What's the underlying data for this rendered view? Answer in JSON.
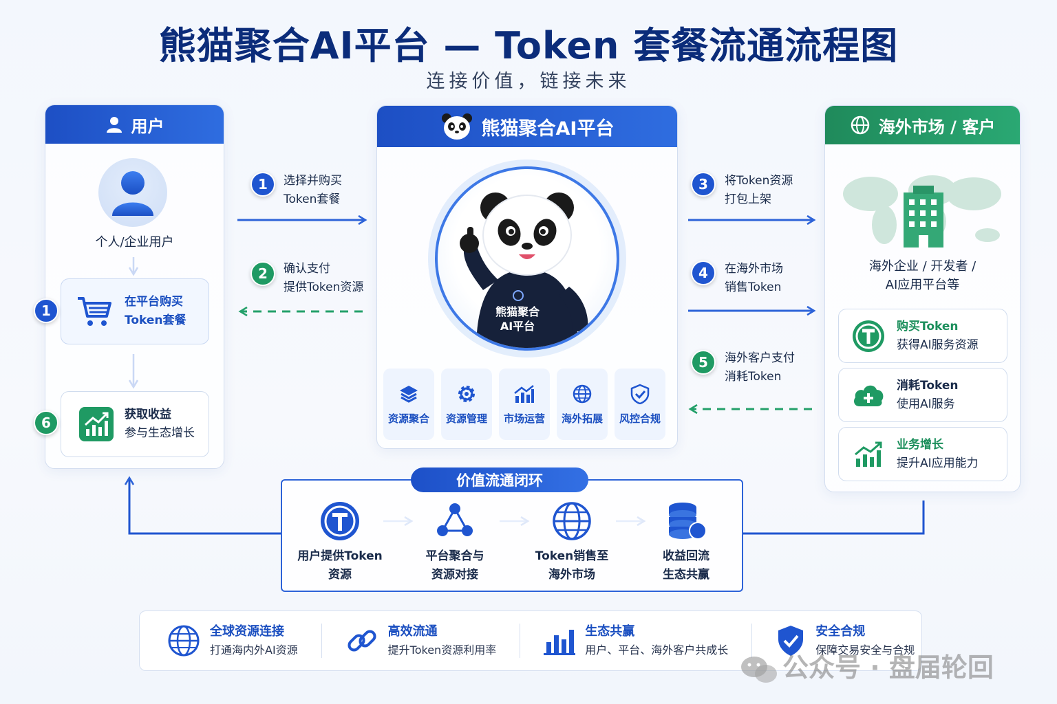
{
  "title": "熊猫聚合AI平台 — Token 套餐流通流程图",
  "subtitle": "连接价值，链接未来",
  "user_panel": {
    "header": "用户",
    "user_label": "个人/企业用户",
    "card1": {
      "badge": "1",
      "line1": "在平台购买",
      "line2": "Token套餐"
    },
    "card2": {
      "badge": "6",
      "line1": "获取收益",
      "line2": "参与生态增长"
    }
  },
  "platform_panel": {
    "header": "熊猫聚合AI平台",
    "shirt_line1": "熊猫聚合",
    "shirt_line2": "AI平台",
    "features": [
      "资源聚合",
      "资源管理",
      "市场运营",
      "海外拓展",
      "风控合规"
    ]
  },
  "market_panel": {
    "header": "海外市场 / 客户",
    "label_line1": "海外企业 / 开发者 /",
    "label_line2": "AI应用平台等",
    "cards": [
      {
        "title": "购买Token",
        "desc": "获得AI服务资源"
      },
      {
        "title": "消耗Token",
        "desc": "使用AI服务"
      },
      {
        "title": "业务增长",
        "desc": "提升AI应用能力"
      }
    ]
  },
  "steps": [
    {
      "num": "1",
      "line1": "选择并购买",
      "line2": "Token套餐"
    },
    {
      "num": "2",
      "line1": "确认支付",
      "line2": "提供Token资源"
    },
    {
      "num": "3",
      "line1": "将Token资源",
      "line2": "打包上架"
    },
    {
      "num": "4",
      "line1": "在海外市场",
      "line2": "销售Token"
    },
    {
      "num": "5",
      "line1": "海外客户支付",
      "line2": "消耗Token"
    }
  ],
  "loop": {
    "tag": "价值流通闭环",
    "items": [
      {
        "line1": "用户提供Token",
        "line2": "资源"
      },
      {
        "line1": "平台聚合与",
        "line2": "资源对接"
      },
      {
        "line1": "Token销售至",
        "line2": "海外市场"
      },
      {
        "line1": "收益回流",
        "line2": "生态共赢"
      }
    ]
  },
  "bottom": [
    {
      "title": "全球资源连接",
      "desc": "打通海内外AI资源"
    },
    {
      "title": "高效流通",
      "desc": "提升Token资源利用率"
    },
    {
      "title": "生态共赢",
      "desc": "用户、平台、海外客户共成长"
    },
    {
      "title": "安全合规",
      "desc": "保障交易安全与合规"
    }
  ],
  "watermark": "公众号 · 盘届轮回",
  "colors": {
    "primary_blue": "#1d4fc4",
    "green": "#1f8a5b",
    "title_navy": "#0b2c7a"
  }
}
